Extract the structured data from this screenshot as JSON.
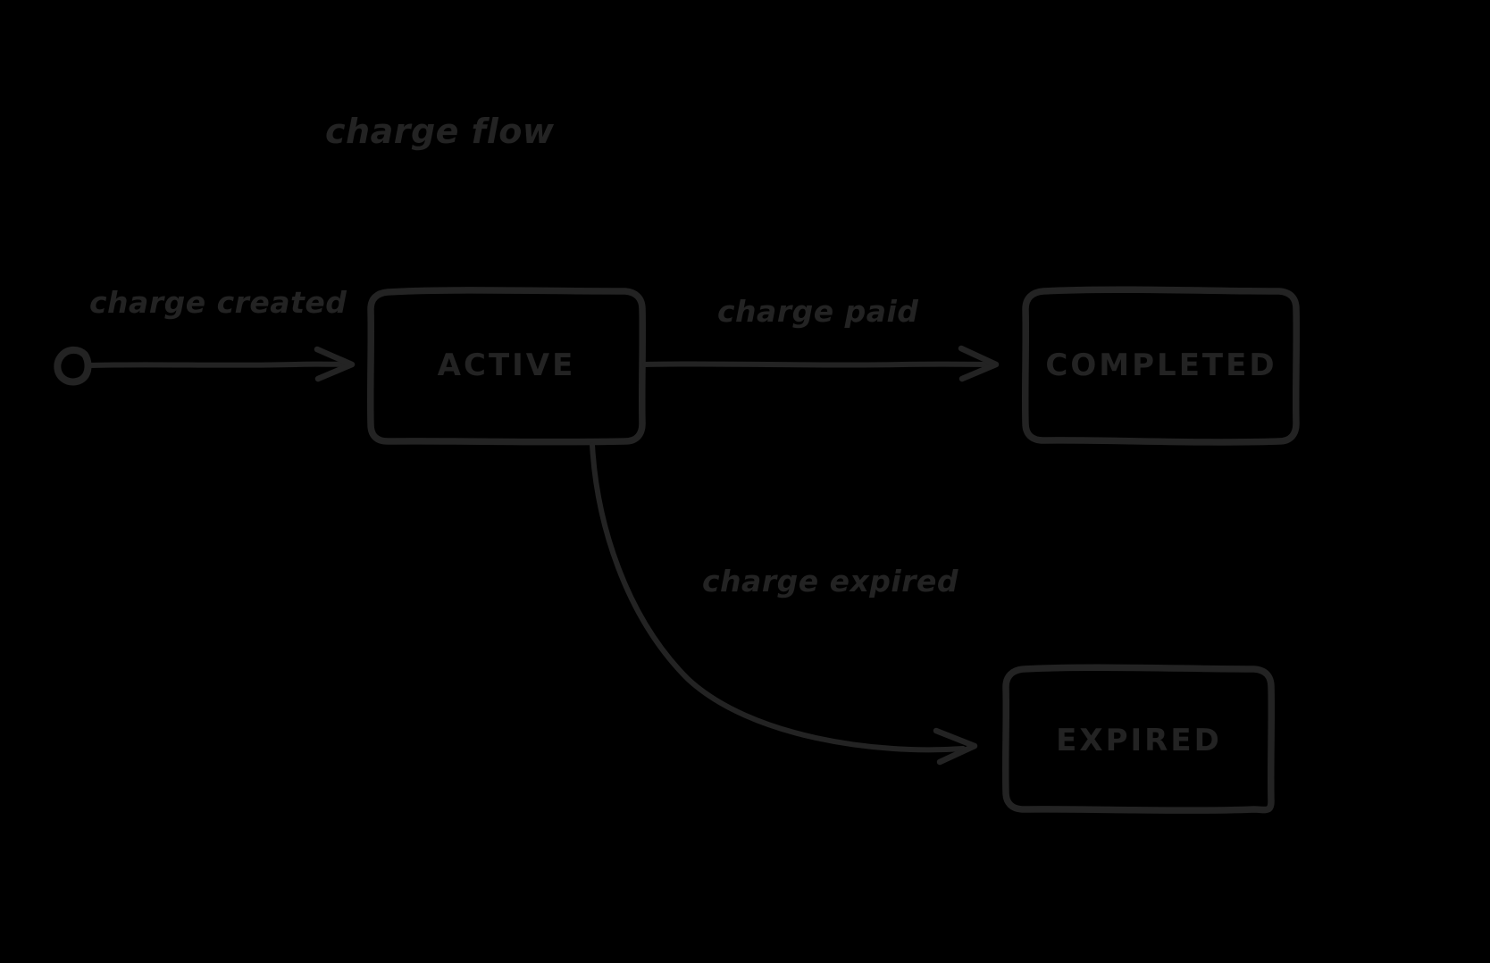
{
  "diagram": {
    "title": "charge flow",
    "background_color": "#000000",
    "stroke_color": "#232323",
    "style": "hand-drawn",
    "type": "state-machine"
  },
  "nodes": [
    {
      "id": "start",
      "label": "",
      "shape": "circle",
      "kind": "initial-state"
    },
    {
      "id": "active",
      "label": "ACTIVE",
      "shape": "rounded-rect"
    },
    {
      "id": "completed",
      "label": "COMPLETED",
      "shape": "rounded-rect"
    },
    {
      "id": "expired",
      "label": "EXPIRED",
      "shape": "rounded-rect"
    }
  ],
  "edges": [
    {
      "id": "e1",
      "from": "start",
      "to": "active",
      "label": "charge created"
    },
    {
      "id": "e2",
      "from": "active",
      "to": "completed",
      "label": "charge paid"
    },
    {
      "id": "e3",
      "from": "active",
      "to": "expired",
      "label": "charge expired"
    }
  ]
}
